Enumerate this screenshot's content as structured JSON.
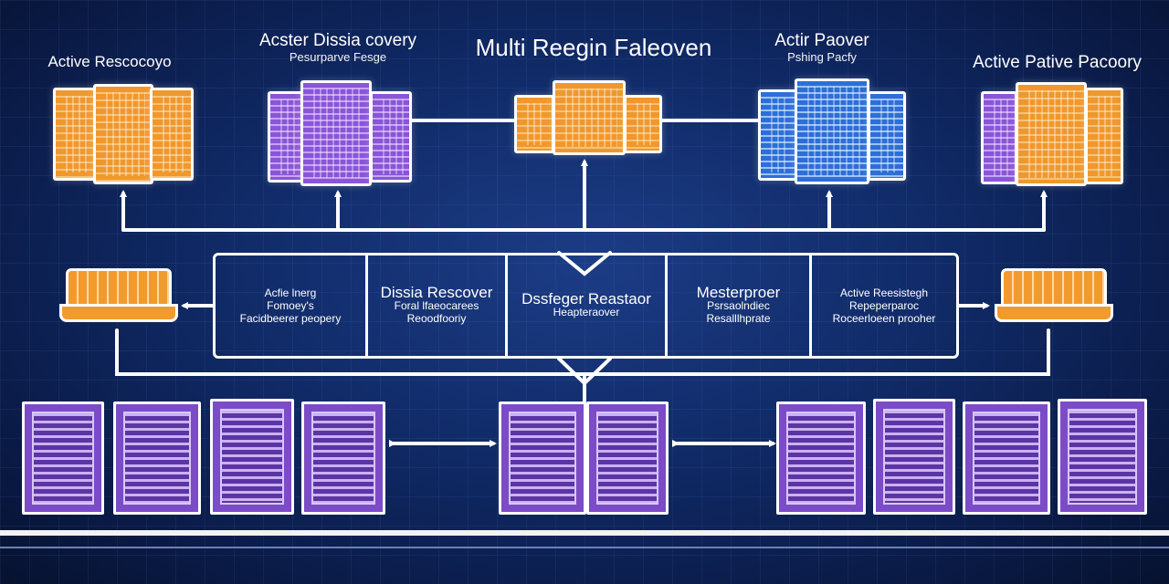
{
  "title": "Multi Reegin Faleoven",
  "regions": [
    {
      "title": "Active Rescocoyo",
      "subtitle": ""
    },
    {
      "title": "Acster Dissia covery",
      "subtitle": "Pesurparve Fesge"
    },
    {
      "title": "",
      "subtitle": ""
    },
    {
      "title": "Actir Paover",
      "subtitle": "Pshing Pacfy"
    },
    {
      "title": "Active Pative Pacoory",
      "subtitle": ""
    }
  ],
  "panel": [
    {
      "lines": [
        "Acfie lnerg",
        "Fomoey's",
        "Facidbeerer peopery"
      ]
    },
    {
      "lines": [
        "Dissia Rescover",
        "Foral lfaeocarees",
        "Reoodfooriy"
      ]
    },
    {
      "lines": [
        "Dssfeger Reastaor",
        "Heapteraover"
      ]
    },
    {
      "lines": [
        "Mesterproer",
        "Psrsaolndiec",
        "Resalllhprate"
      ]
    },
    {
      "lines": [
        "Active Reesistegh",
        "Repeperparoc",
        "Roceerloeen prooher"
      ]
    }
  ],
  "colors": {
    "background": "#102a66",
    "orange": "#f0982d",
    "purple": "#8a55d8",
    "blue": "#2e6ed8",
    "line": "#ffffff"
  }
}
